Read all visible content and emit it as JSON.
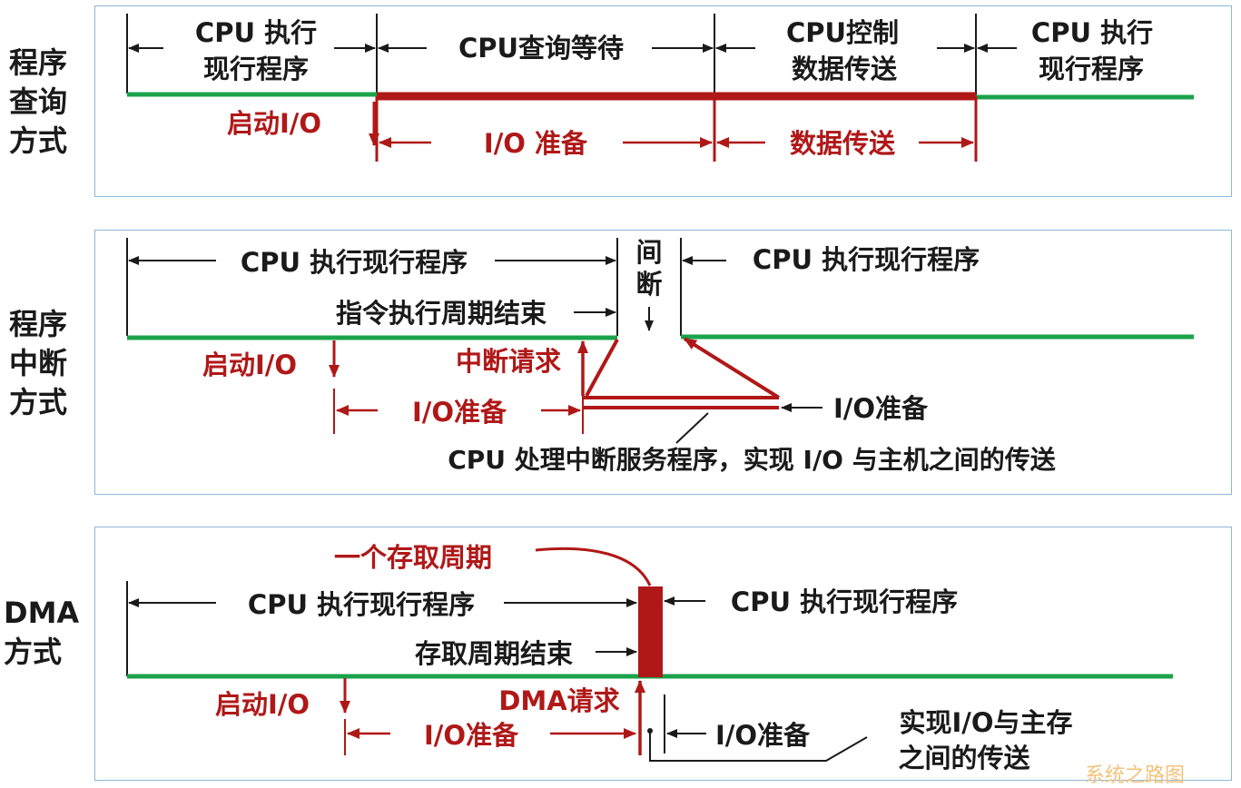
{
  "panels": [
    {
      "side_label_lines": [
        "程序",
        "查询",
        "方式"
      ],
      "texts": {
        "cpu_exec_1_l1": "CPU 执行",
        "cpu_exec_1_l2": "现行程序",
        "cpu_wait": "CPU查询等待",
        "cpu_ctrl_l1": "CPU控制",
        "cpu_ctrl_l2": "数据传送",
        "cpu_exec_2_l1": "CPU  执行",
        "cpu_exec_2_l2": "现行程序",
        "start_io": "启动I/O",
        "io_prepare": "I/O 准备",
        "data_transfer": "数据传送"
      }
    },
    {
      "side_label_lines": [
        "程序",
        "中断",
        "方式"
      ],
      "texts": {
        "cpu_exec_left": "CPU  执行现行程序",
        "interrupt_v1": "间",
        "interrupt_v2": "断",
        "cpu_exec_right": "CPU  执行现行程序",
        "instr_cycle_end": "指令执行周期结束",
        "start_io": "启动I/O",
        "interrupt_request": "中断请求",
        "io_prepare_left": "I/O准备",
        "io_prepare_right": "I/O准备",
        "isr_caption": "CPU 处理中断服务程序，实现 I/O 与主机之间的传送"
      }
    },
    {
      "side_label_lines": [
        "DMA",
        "方式"
      ],
      "texts": {
        "access_cycle": "一个存取周期",
        "cpu_exec_left": "CPU  执行现行程序",
        "cpu_exec_right": "CPU  执行现行程序",
        "access_cycle_end": "存取周期结束",
        "start_io": "启动I/O",
        "dma_request": "DMA请求",
        "io_prepare_left": "I/O准备",
        "io_prepare_right": "I/O准备",
        "transfer_l1": "实现I/O与主存",
        "transfer_l2": "之间的传送"
      }
    }
  ],
  "watermark": "系统之路图",
  "colors": {
    "program_line": "#1aa34a",
    "io_red": "#b01818",
    "text_black": "#1a1a1a",
    "panel_border": "#8fb7d6"
  }
}
